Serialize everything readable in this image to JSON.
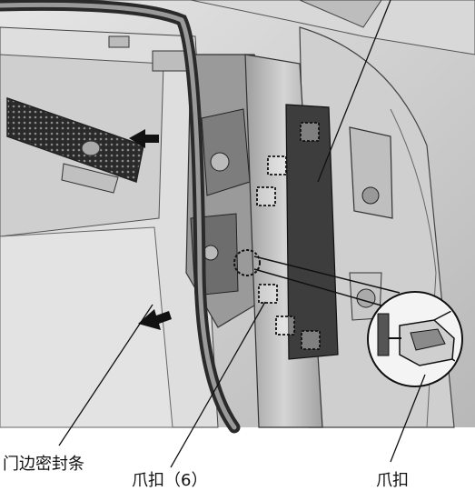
{
  "labels": {
    "door_edge_seal": "门边密封条",
    "clip_count": "爪扣（6）",
    "clip": "爪扣"
  },
  "colors": {
    "background": "#ffffff",
    "line_art": "#1a1a1a",
    "body_panel": "#c9c9c9",
    "trim_panel": "#3d3d3d",
    "highlight_box": "#ffffff"
  },
  "icons": [
    "arrow-left-icon",
    "arrow-down-left-icon",
    "magnifier-circle-icon"
  ]
}
